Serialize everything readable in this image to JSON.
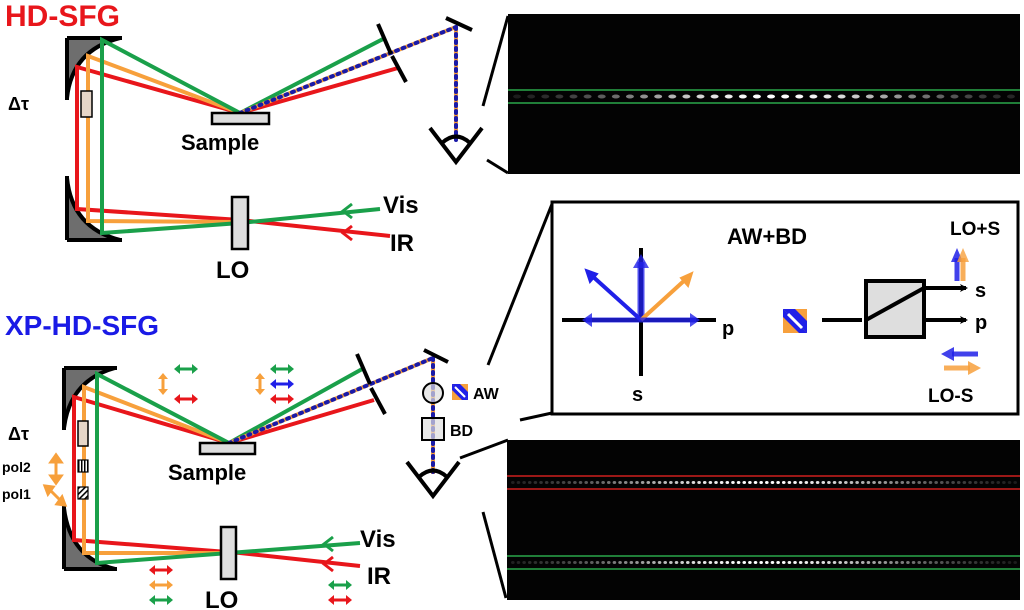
{
  "colors": {
    "ir": "#e8161b",
    "vis": "#1aa04a",
    "sfg": "#f7a03c",
    "lo_dot": "#1a1aa8",
    "blue": "#2020e8",
    "mirror_fill": "#6e6e6e",
    "optic_fill": "#dedede",
    "delay_fill": "#e6d6c8",
    "camera_bg": "#030303",
    "roi_green": "#2aa84a",
    "roi_red": "#d0201e"
  },
  "top_setup": {
    "title": "HD-SFG",
    "delay_label": "Δτ",
    "sample_label": "Sample",
    "lo_label": "LO",
    "vis_label": "Vis",
    "ir_label": "IR"
  },
  "bottom_setup": {
    "title": "XP-HD-SFG",
    "delay_label": "Δτ",
    "pol2_label": "pol2",
    "pol1_label": "pol1",
    "sample_label": "Sample",
    "lo_label": "LO",
    "vis_label": "Vis",
    "ir_label": "IR",
    "aw_label": "AW",
    "bd_label": "BD"
  },
  "inset": {
    "title": "AW+BD",
    "axis_p": "p",
    "axis_s": "s",
    "bd_out_s": "s",
    "bd_out_p": "p",
    "lo_plus_s": "LO+S",
    "lo_minus_s": "LO-S"
  },
  "camera_top": {
    "roi_color": "green",
    "fringe_count": 36
  },
  "camera_bottom": {
    "roi_colors": [
      "red",
      "green"
    ],
    "fringe_count": 90
  }
}
